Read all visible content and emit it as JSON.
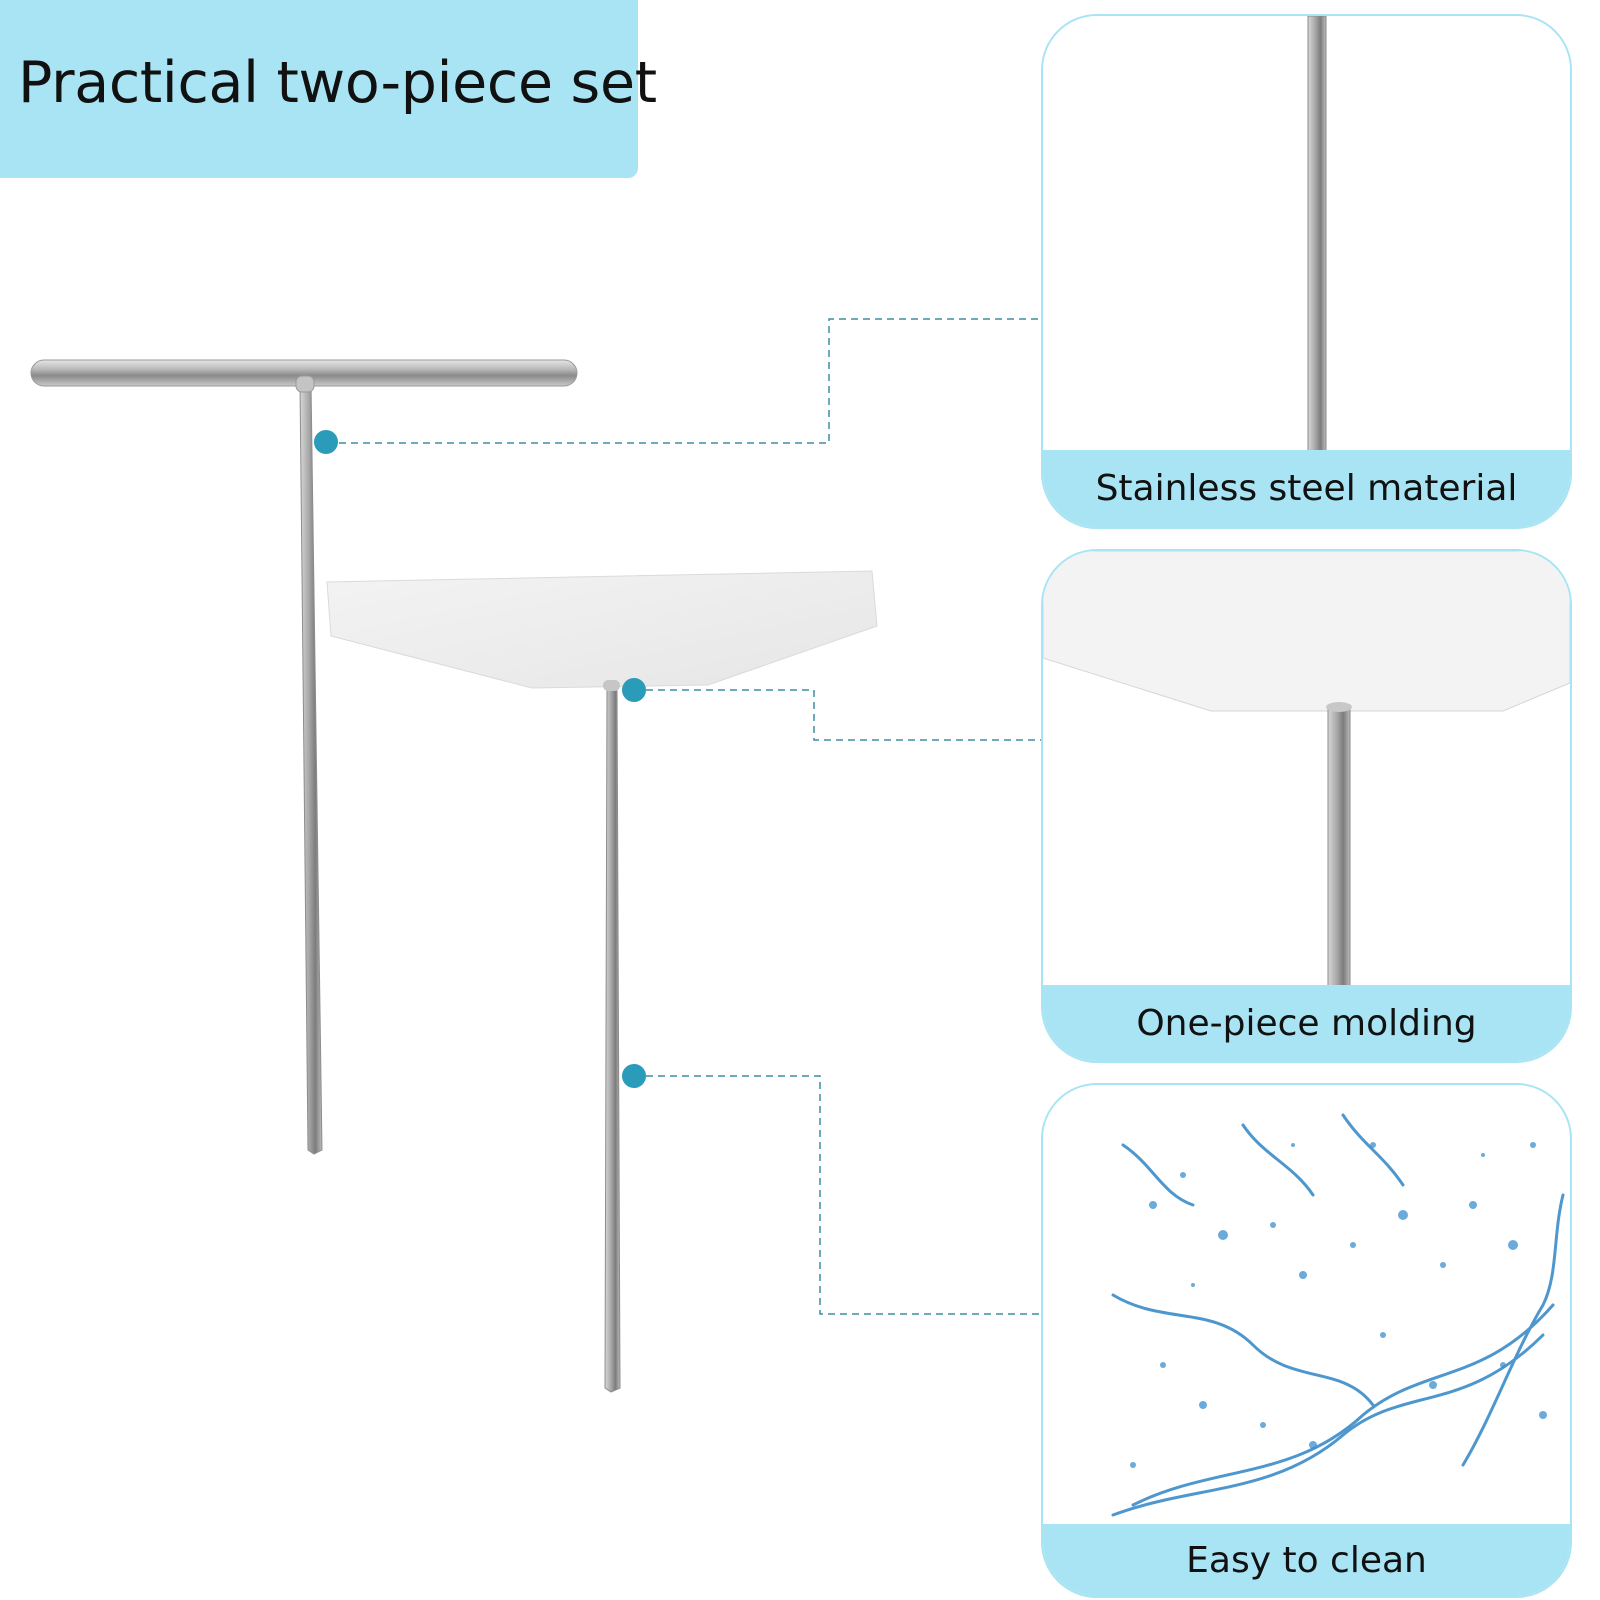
{
  "title": "Practical two-piece set",
  "features": [
    {
      "caption": "Stainless steel material",
      "photo_icon": "steel-rod-closeup-icon"
    },
    {
      "caption": "One-piece molding",
      "photo_icon": "spreader-joint-closeup-icon"
    },
    {
      "caption": "Easy to clean",
      "photo_icon": "water-splash-icon"
    }
  ],
  "colors": {
    "accent": "#a8e4f3",
    "dot": "#2a9bb8",
    "leader_line": "#3f8fa0",
    "text": "#111111"
  }
}
